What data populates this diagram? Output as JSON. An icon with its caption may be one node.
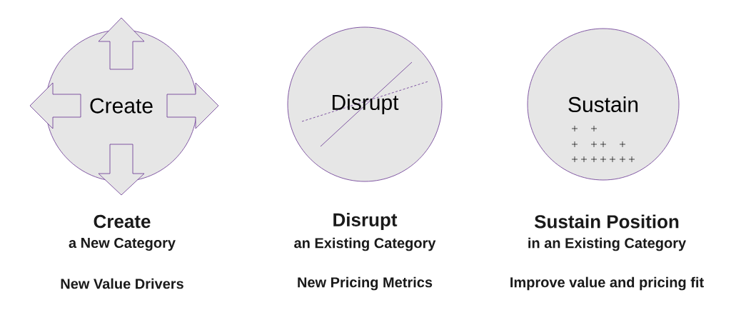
{
  "diagram": {
    "nodes": [
      {
        "text": [
          "Create"
        ],
        "beside": [
          "Create",
          "a New Category",
          "New Value Drivers"
        ]
      },
      {
        "text": [
          "Disrupt"
        ],
        "beside": [
          "Disrupt",
          "an Existing Category",
          "New Pricing Metrics"
        ]
      },
      {
        "text": [
          "Sustain"
        ],
        "beside": [
          "Sustain Position",
          "in an Existing Category",
          "Improve value and pricing fit"
        ]
      }
    ]
  }
}
